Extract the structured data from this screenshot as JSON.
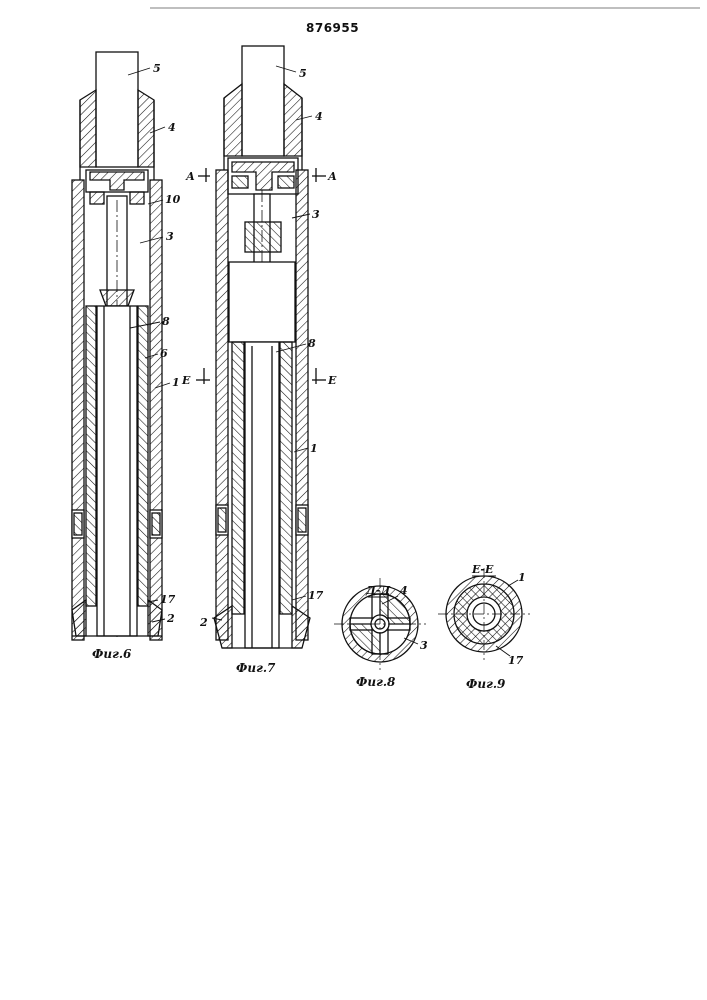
{
  "document": {
    "patent_number": "876955"
  },
  "figures": [
    {
      "caption": "Фиг.6"
    },
    {
      "caption": "Фиг.7"
    },
    {
      "caption": "Фиг.8",
      "section": "Д-Д"
    },
    {
      "caption": "Фиг.9",
      "section": "Е-Е"
    }
  ],
  "labels": {
    "fig6": [
      "5",
      "4",
      "10",
      "3",
      "8",
      "6",
      "1",
      "17",
      "2"
    ],
    "fig7": [
      "5",
      "4",
      "3",
      "8",
      "1",
      "17",
      "2"
    ],
    "fig8": [
      "4",
      "3"
    ],
    "fig9": [
      "1",
      "17"
    ]
  },
  "section_marks": {
    "a": "А",
    "e": "Е"
  },
  "colors": {
    "ink": "#111111",
    "paper": "#ffffff"
  }
}
